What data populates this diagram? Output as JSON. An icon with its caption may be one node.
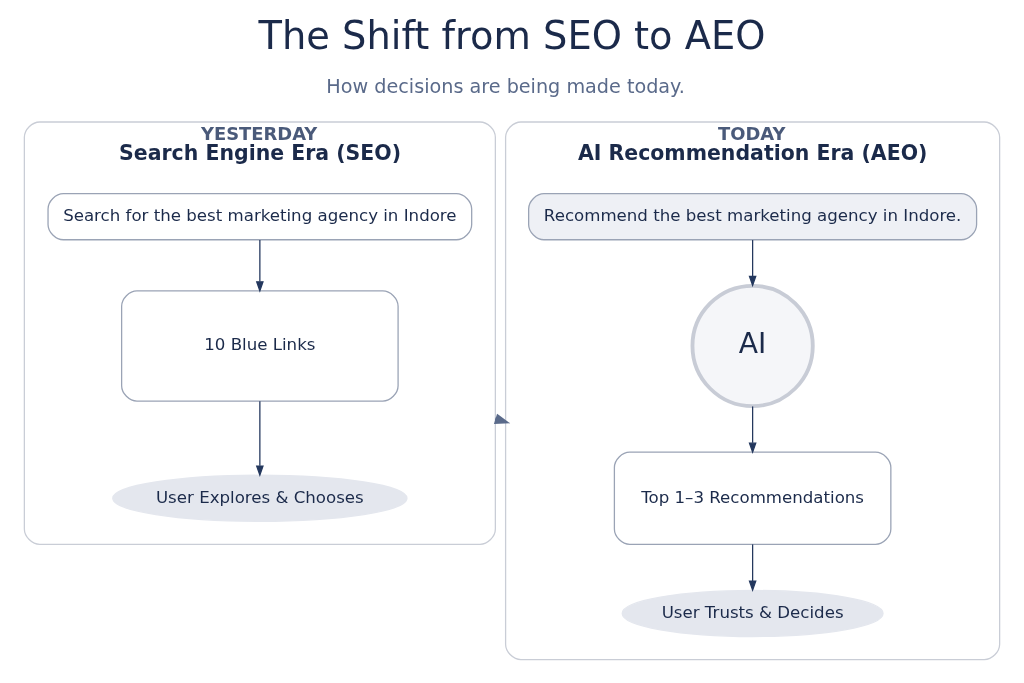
{
  "diagram": {
    "title": "The Shift from SEO to AEO",
    "nodes": [
      {
        "text": [
          "YESTERDAY",
          "Search Engine Era (SEO)"
        ]
      },
      {
        "text": [
          "Search for the best marketing agency in Indore"
        ],
        "in": 0
      },
      {
        "text": [
          "10 Blue Links"
        ],
        "in": 0
      },
      {
        "text": [
          "User Explores & Chooses"
        ],
        "in": 0
      },
      {
        "text": [
          "TODAY",
          "AI Recommendation Era (AEO)"
        ]
      },
      {
        "text": [
          "Recommend the best marketing agency in Indore."
        ],
        "in": 4
      },
      {
        "text": [
          "AI"
        ],
        "in": 4
      },
      {
        "text": [
          "Top 1–3 Recommendations"
        ],
        "in": 4
      },
      {
        "text": [
          "User Trusts & Decides"
        ],
        "in": 4
      }
    ],
    "edges": [
      {
        "from": 1,
        "to": 2,
        "arrow": "to"
      },
      {
        "from": 2,
        "to": 3,
        "arrow": "to"
      },
      {
        "from": 0,
        "to": 4,
        "arrow": "to",
        "style": "dashed"
      },
      {
        "from": 5,
        "to": 6,
        "arrow": "to"
      },
      {
        "from": 6,
        "to": 7,
        "arrow": "to"
      },
      {
        "from": 7,
        "to": 8,
        "arrow": "to"
      }
    ],
    "labels": [
      "How decisions are being made today."
    ]
  }
}
